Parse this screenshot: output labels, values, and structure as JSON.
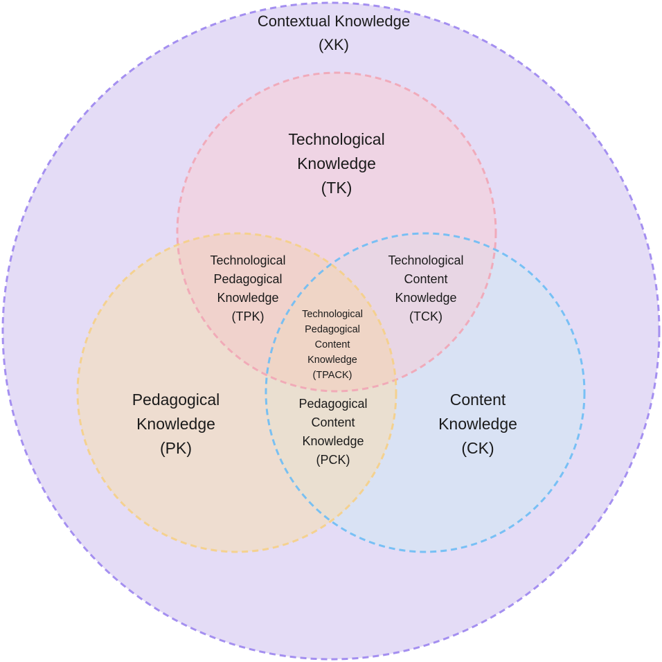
{
  "colors": {
    "context_fill": "#e4dcf6",
    "context_stroke": "#a48ff0",
    "tech_fill": "#efd4e4",
    "tech_stroke": "#f1a5b5",
    "ped_fill": "#eeddd0",
    "ped_stroke": "#f5cf86",
    "content_fill": "#d9e2f4",
    "content_stroke": "#6cbcf5"
  },
  "labels": {
    "xk": [
      "Contextual Knowledge",
      "(XK)"
    ],
    "tk": [
      "Technological",
      "Knowledge",
      "(TK)"
    ],
    "pk": [
      "Pedagogical",
      "Knowledge",
      "(PK)"
    ],
    "ck": [
      "Content",
      "Knowledge",
      "(CK)"
    ],
    "tpk": [
      "Technological",
      "Pedagogical",
      "Knowledge",
      "(TPK)"
    ],
    "tck": [
      "Technological",
      "Content",
      "Knowledge",
      "(TCK)"
    ],
    "pck": [
      "Pedagogical",
      "Content",
      "Knowledge",
      "(PCK)"
    ],
    "tpack": [
      "Technological",
      "Pedagogical",
      "Content",
      "Knowledge",
      "(TPACK)"
    ]
  }
}
